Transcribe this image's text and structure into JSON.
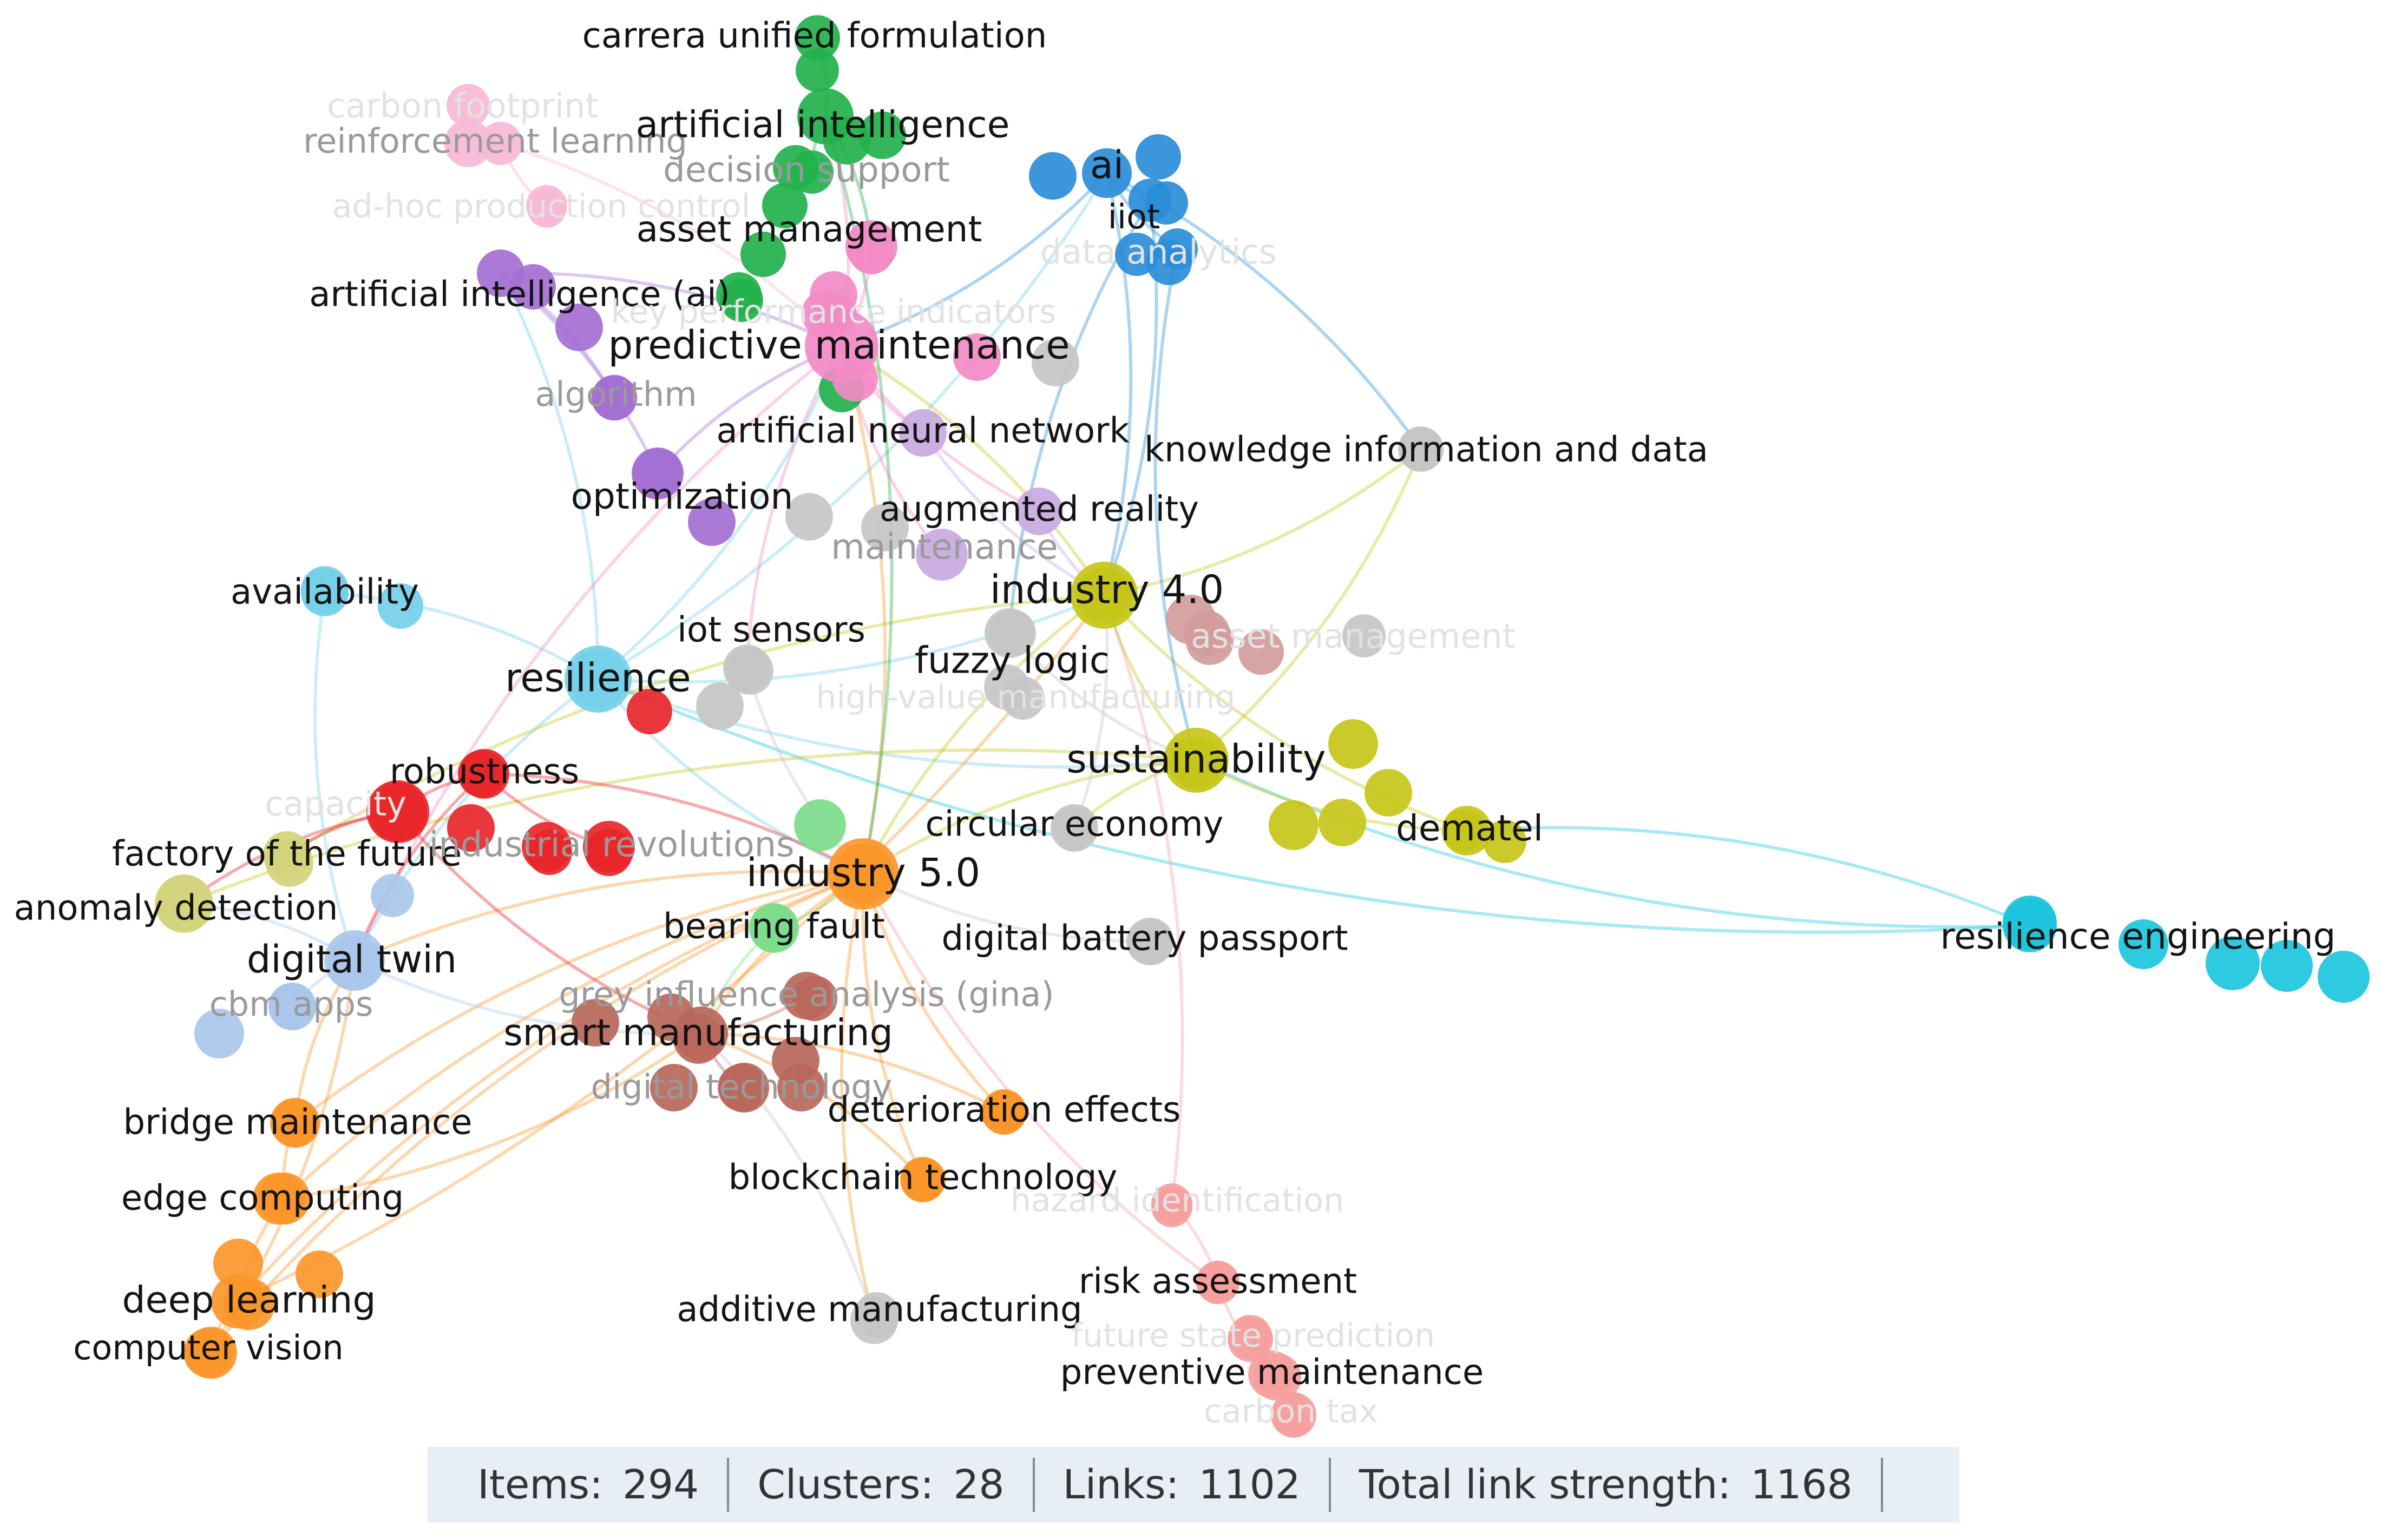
{
  "colors": {
    "red": "#e8262a",
    "green": "#22b14c",
    "blue": "#2a8dd8",
    "olive": "#c5c519",
    "purple": "#a46fd3",
    "pink": "#f28ac5",
    "lightpink": "#f7b8d6",
    "orange": "#fb962a",
    "brown": "#b9675a",
    "gray": "#c5c5c5",
    "cyan": "#1cc5dc",
    "skyblue": "#74cfe8",
    "lightblue": "#a9c7ea",
    "salmon": "#f6a0a0",
    "mint": "#7ddc8a",
    "khaki": "#d4d27d",
    "rosybrown": "#d39c9c",
    "lavender": "#c8a9df"
  },
  "network": {
    "nodes": [
      {
        "id": "carrera",
        "label": "carrera unified formulation",
        "color": "green",
        "size": 42,
        "emph": "normal"
      },
      {
        "id": "carbonfoot",
        "label": "carbon footprint",
        "color": "lightpink",
        "size": 40,
        "emph": "faded"
      },
      {
        "id": "reinf",
        "label": "reinforcement learning",
        "color": "lightpink",
        "size": 40,
        "emph": "gray"
      },
      {
        "id": "ai_int",
        "label": "artificial intelligence",
        "color": "green",
        "size": 52,
        "emph": "normal"
      },
      {
        "id": "decision",
        "label": "decision support",
        "color": "green",
        "size": 40,
        "emph": "gray"
      },
      {
        "id": "ai",
        "label": "ai",
        "color": "blue",
        "size": 46,
        "emph": "normal"
      },
      {
        "id": "iiot",
        "label": "iiot",
        "color": "blue",
        "size": 40,
        "emph": "normal"
      },
      {
        "id": "adhoc",
        "label": "ad-hoc production control",
        "color": "lightpink",
        "size": 36,
        "emph": "faded"
      },
      {
        "id": "asset",
        "label": "asset management",
        "color": "pink",
        "size": 48,
        "emph": "normal"
      },
      {
        "id": "dataanal",
        "label": "data analytics",
        "color": "blue",
        "size": 38,
        "emph": "faded"
      },
      {
        "id": "aiai",
        "label": "artificial intelligence (ai)",
        "color": "purple",
        "size": 44,
        "emph": "normal"
      },
      {
        "id": "keyperf",
        "label": "key performance indicators",
        "color": "pink",
        "size": 38,
        "emph": "faded"
      },
      {
        "id": "predmaint",
        "label": "predictive maintenance",
        "color": "pink",
        "size": 68,
        "emph": "normal"
      },
      {
        "id": "algorithm",
        "label": "algorithm",
        "color": "purple",
        "size": 42,
        "emph": "gray"
      },
      {
        "id": "ann",
        "label": "artificial neural network",
        "color": "lavender",
        "size": 44,
        "emph": "normal"
      },
      {
        "id": "kid",
        "label": "knowledge information and data",
        "color": "gray",
        "size": 40,
        "emph": "normal"
      },
      {
        "id": "optim",
        "label": "optimization",
        "color": "purple",
        "size": 48,
        "emph": "normal"
      },
      {
        "id": "augreal",
        "label": "augmented reality",
        "color": "lavender",
        "size": 44,
        "emph": "normal"
      },
      {
        "id": "maint",
        "label": "maintenance",
        "color": "lavender",
        "size": 48,
        "emph": "gray"
      },
      {
        "id": "avail",
        "label": "availability",
        "color": "skyblue",
        "size": 44,
        "emph": "normal"
      },
      {
        "id": "ind40",
        "label": "industry 4.0",
        "color": "olive",
        "size": 62,
        "emph": "normal"
      },
      {
        "id": "assetmgmt",
        "label": "asset management",
        "color": "rosybrown",
        "size": 42,
        "emph": "faded"
      },
      {
        "id": "iot",
        "label": "iot sensors",
        "color": "gray",
        "size": 44,
        "emph": "normal"
      },
      {
        "id": "fuzzy",
        "label": "fuzzy logic",
        "color": "gray",
        "size": 46,
        "emph": "normal"
      },
      {
        "id": "resil",
        "label": "resilience",
        "color": "skyblue",
        "size": 62,
        "emph": "normal"
      },
      {
        "id": "hvm",
        "label": "high-value manufacturing",
        "color": "gray",
        "size": 40,
        "emph": "faded"
      },
      {
        "id": "sustain",
        "label": "sustainability",
        "color": "olive",
        "size": 60,
        "emph": "normal"
      },
      {
        "id": "robust",
        "label": "robustness",
        "color": "red",
        "size": 46,
        "emph": "normal"
      },
      {
        "id": "circular",
        "label": "circular economy",
        "color": "gray",
        "size": 44,
        "emph": "normal"
      },
      {
        "id": "dematel",
        "label": "dematel",
        "color": "olive",
        "size": 46,
        "emph": "normal"
      },
      {
        "id": "capacity",
        "label": "capacity",
        "color": "red",
        "size": 58,
        "emph": "faded"
      },
      {
        "id": "factory",
        "label": "factory of the future",
        "color": "khaki",
        "size": 44,
        "emph": "normal"
      },
      {
        "id": "indrev",
        "label": "industrial revolutions",
        "color": "red",
        "size": 48,
        "emph": "gray"
      },
      {
        "id": "ind50",
        "label": "industry 5.0",
        "color": "orange",
        "size": 66,
        "emph": "normal"
      },
      {
        "id": "anomaly",
        "label": "anomaly detection",
        "color": "khaki",
        "size": 54,
        "emph": "normal"
      },
      {
        "id": "bearing",
        "label": "bearing fault",
        "color": "mint",
        "size": 46,
        "emph": "normal"
      },
      {
        "id": "digbatt",
        "label": "digital battery passport",
        "color": "gray",
        "size": 44,
        "emph": "normal"
      },
      {
        "id": "resileng",
        "label": "resilience engineering",
        "color": "cyan",
        "size": 50,
        "emph": "normal"
      },
      {
        "id": "digtwin",
        "label": "digital twin",
        "color": "lightblue",
        "size": 56,
        "emph": "normal"
      },
      {
        "id": "cbm",
        "label": "cbm apps",
        "color": "lightblue",
        "size": 44,
        "emph": "gray"
      },
      {
        "id": "grey",
        "label": "grey influence analysis (gina)",
        "color": "brown",
        "size": 44,
        "emph": "gray"
      },
      {
        "id": "smartman",
        "label": "smart manufacturing",
        "color": "brown",
        "size": 50,
        "emph": "normal"
      },
      {
        "id": "digtech",
        "label": "digital technology",
        "color": "brown",
        "size": 44,
        "emph": "gray"
      },
      {
        "id": "deterior",
        "label": "deterioration effects",
        "color": "orange",
        "size": 42,
        "emph": "normal"
      },
      {
        "id": "bridge",
        "label": "bridge maintenance",
        "color": "orange",
        "size": 46,
        "emph": "normal"
      },
      {
        "id": "blockchain",
        "label": "blockchain technology",
        "color": "orange",
        "size": 42,
        "emph": "normal"
      },
      {
        "id": "hazard",
        "label": "hazard identification",
        "color": "salmon",
        "size": 38,
        "emph": "faded"
      },
      {
        "id": "edge",
        "label": "edge computing",
        "color": "orange",
        "size": 48,
        "emph": "normal"
      },
      {
        "id": "riskass",
        "label": "risk assessment",
        "color": "salmon",
        "size": 40,
        "emph": "normal"
      },
      {
        "id": "deeplearn",
        "label": "deep learning",
        "color": "orange",
        "size": 50,
        "emph": "normal"
      },
      {
        "id": "additive",
        "label": "additive manufacturing",
        "color": "gray",
        "size": 44,
        "emph": "normal"
      },
      {
        "id": "future",
        "label": "future state prediction",
        "color": "salmon",
        "size": 40,
        "emph": "faded"
      },
      {
        "id": "compvision",
        "label": "computer vision",
        "color": "orange",
        "size": 46,
        "emph": "normal"
      },
      {
        "id": "preventive",
        "label": "preventive maintenance",
        "color": "salmon",
        "size": 44,
        "emph": "normal"
      },
      {
        "id": "carbontax",
        "label": "carbon tax",
        "color": "salmon",
        "size": 40,
        "emph": "faded"
      }
    ]
  },
  "status": {
    "items_label": "Items:",
    "items": "294",
    "clusters_label": "Clusters:",
    "clusters": "28",
    "links_label": "Links:",
    "links": "1102",
    "tls_label": "Total link strength:",
    "tls": "1168"
  }
}
